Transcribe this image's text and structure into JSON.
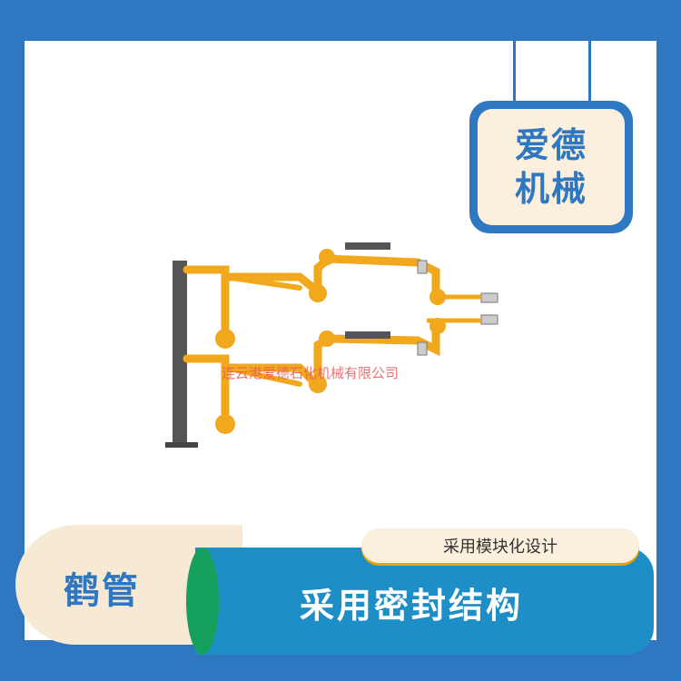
{
  "brand": {
    "line1": "爱德",
    "line2": "机械"
  },
  "watermark": "连云港爱德石化机械有限公司",
  "product": {
    "title": "鹤管"
  },
  "features": {
    "pill": "采用模块化设计",
    "main": "采用密封结构"
  },
  "colors": {
    "frame_blue": "#2f77c0",
    "bar_blue": "#1e8fc6",
    "cream": "#fbf0dd",
    "arm_orange": "#f2a81c",
    "column_gray": "#555555",
    "watermark_red": "#e85a5a"
  },
  "icons": {
    "illustration": "loading-arm-icon"
  }
}
